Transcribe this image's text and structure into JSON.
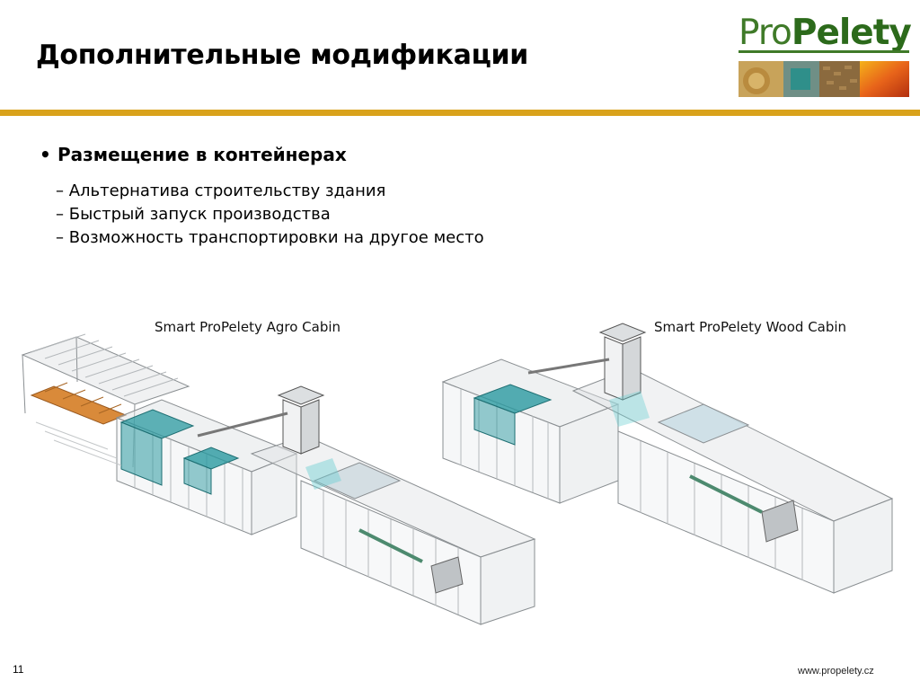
{
  "slide": {
    "title": "Дополнительные модификации",
    "bullet": "Размещение в контейнерах",
    "bullet_mark": "•",
    "sub_items": [
      "– Альтернатива строительству здания",
      "– Быстрый запуск производства",
      "– Возможность  транспортировки  на другое место"
    ],
    "page_number": "11",
    "website": "www.propelety.cz"
  },
  "logo": {
    "pro": "Pro",
    "pelety": "Pelety"
  },
  "figures": [
    {
      "caption": "Smart ProPelety Agro Cabin"
    },
    {
      "caption": "Smart ProPelety Wood Cabin"
    }
  ],
  "colors": {
    "rule": "#d9a21b",
    "logo_green": "#3f7a28",
    "container_frame": "#8a8f92",
    "equipment_teal": "#2b9aa0"
  }
}
